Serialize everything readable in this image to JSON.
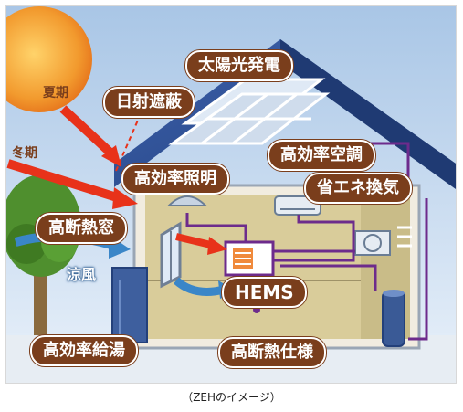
{
  "labels": {
    "solar": "太陽光発電",
    "shade": "日射遮蔽",
    "summer": "夏期",
    "winter": "冬期",
    "lighting": "高効率照明",
    "aircon": "高効率空調",
    "ventilation": "省エネ換気",
    "window": "高断熱窓",
    "breeze": "涼風",
    "hems": "HEMS",
    "water_heater": "高効率給湯",
    "insulation": "高断熱仕様"
  },
  "caption": "（ZEHのイメージ）",
  "colors": {
    "sky": "#a9c6e6",
    "roof": "#2d4e93",
    "label_bg": "#7a3e1c",
    "arrow": "#e8321a",
    "interior": "#d9cc9a",
    "wiring": "#6d2b8c"
  }
}
